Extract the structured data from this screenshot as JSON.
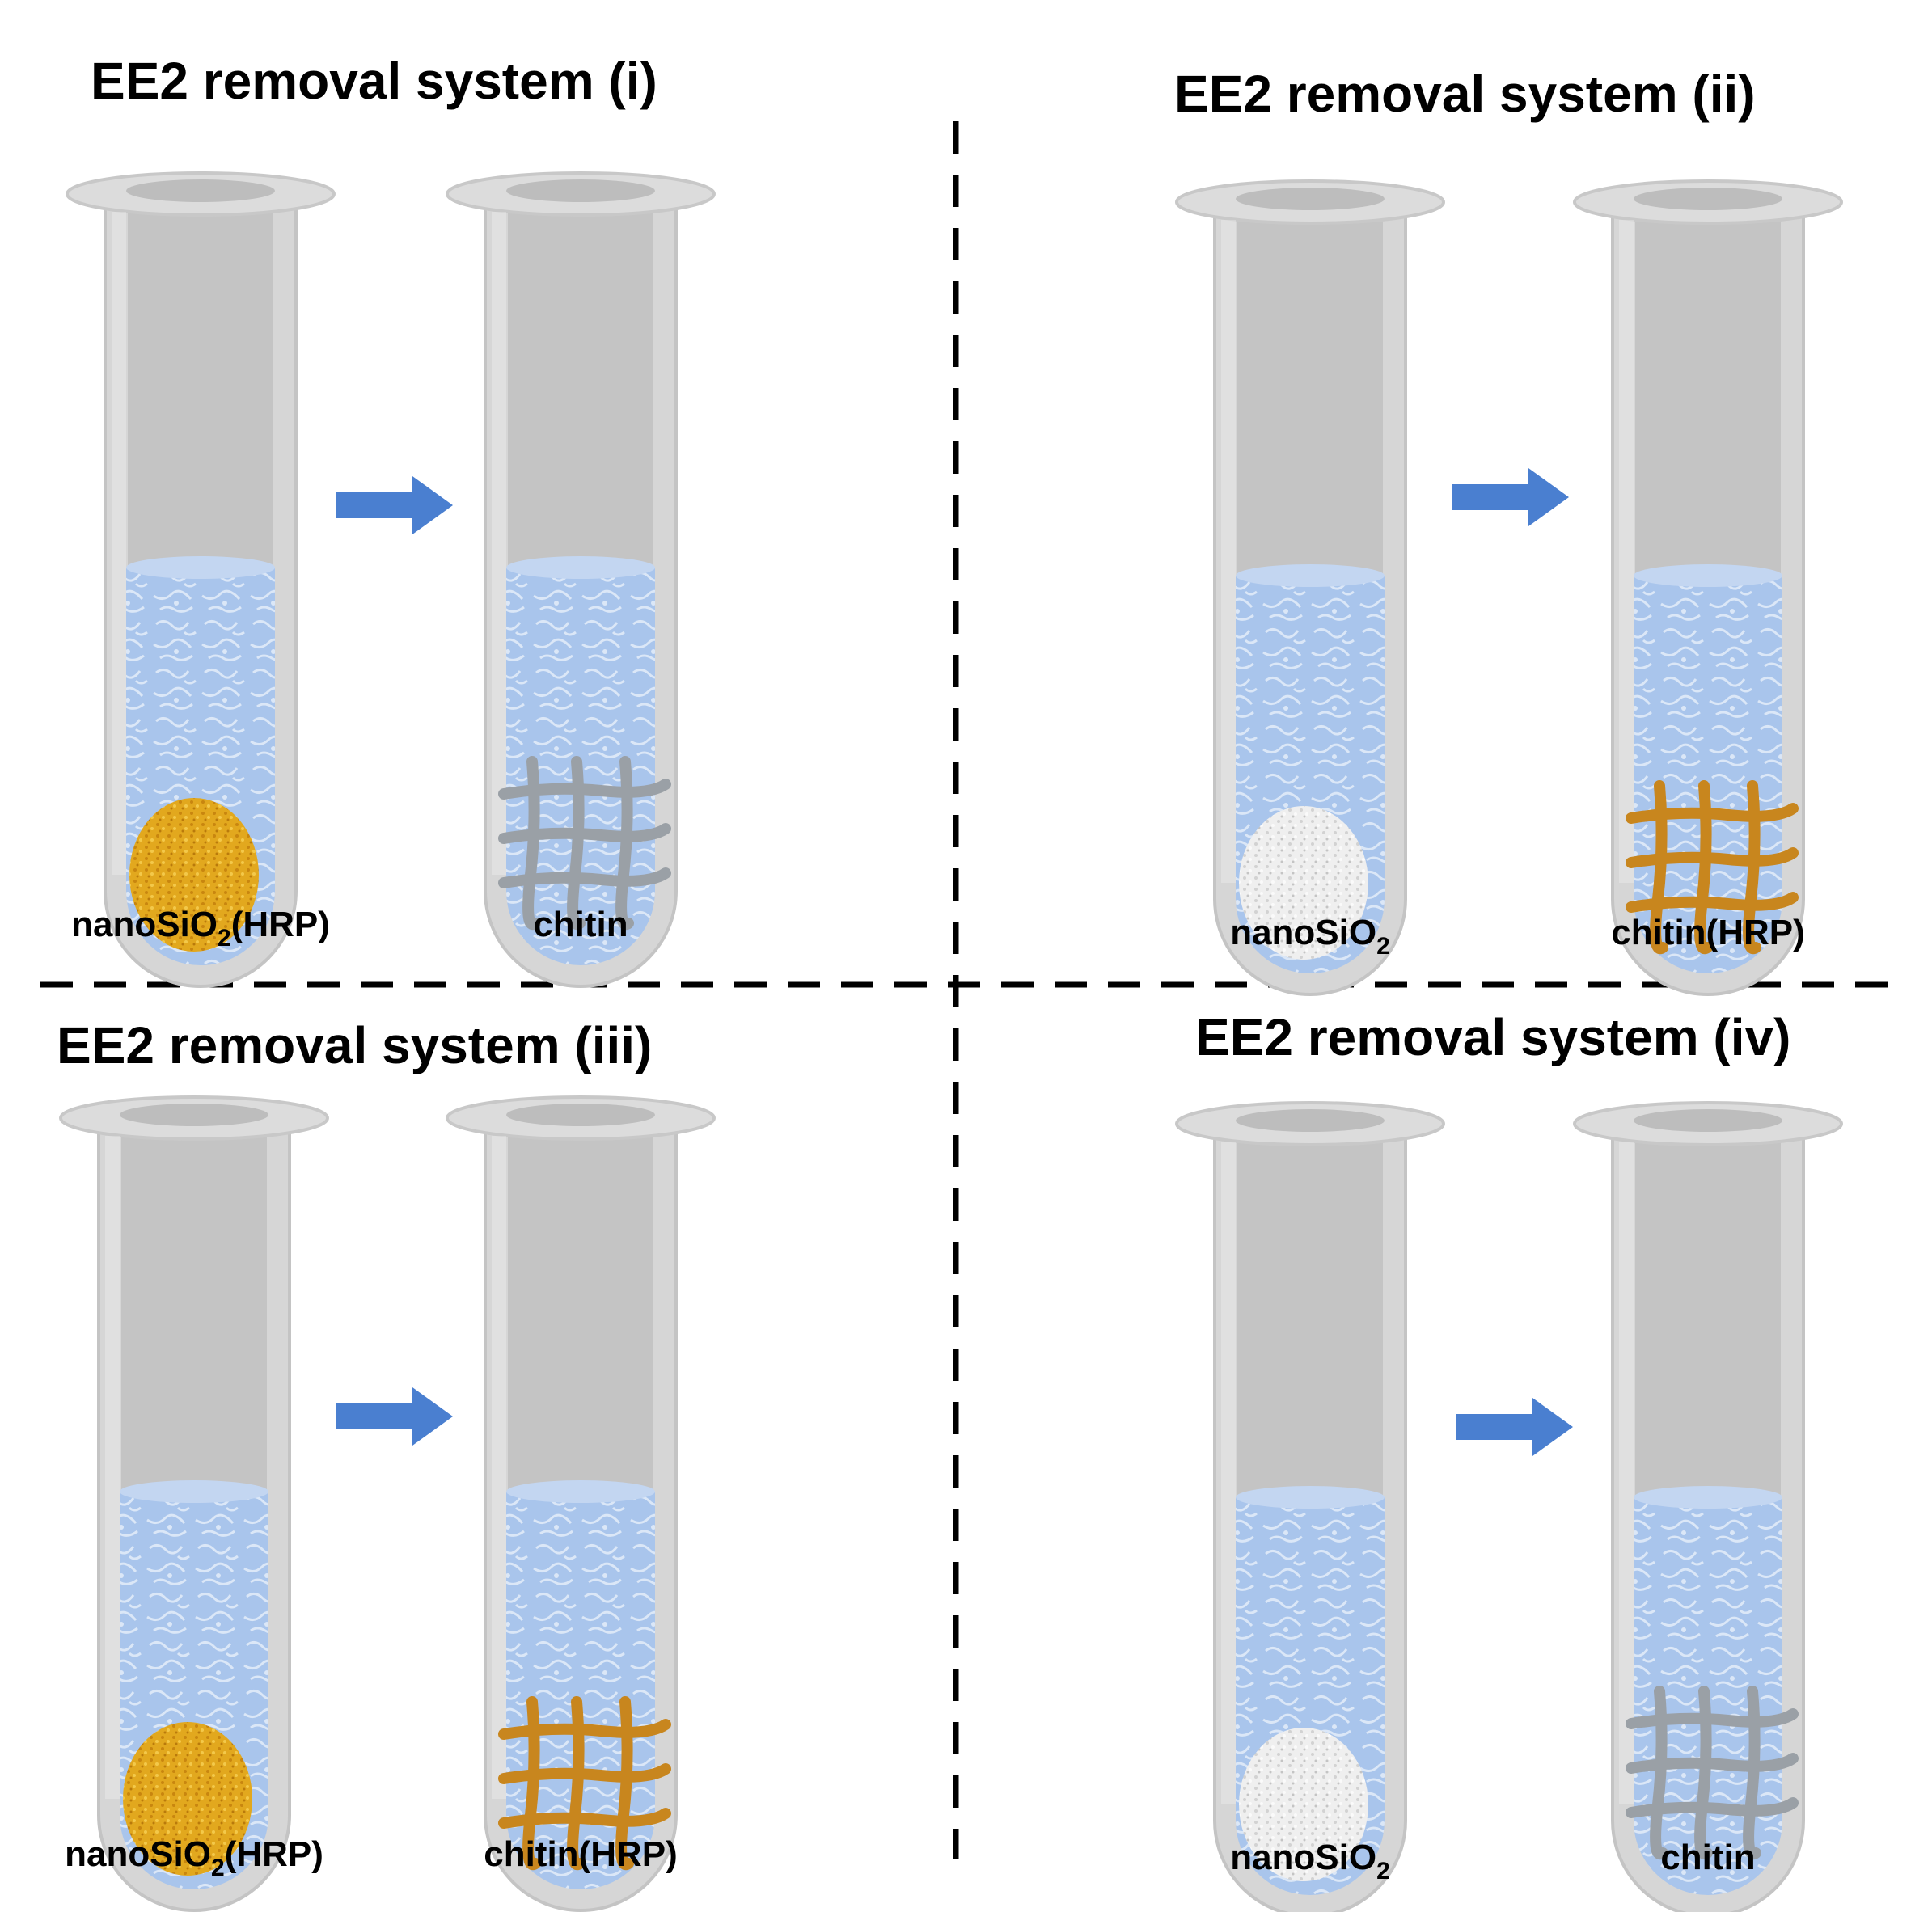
{
  "colors": {
    "tube_glass": "#d6d6d6",
    "tube_inner": "#bdbdbd",
    "liquid": "#a8c4ea",
    "arrow": "#4a7fd0",
    "divider": "#000000",
    "hrp_gold": "#e0a51c",
    "plain_white": "#eeeeee",
    "chitin_gray": "#9aa0a6",
    "chitin_hrp": "#c8861e"
  },
  "panels": [
    {
      "title": "EE2 removal system (i)",
      "left": {
        "label_main": "nanoSiO",
        "label_sub": "2",
        "label_tail": "(HRP)",
        "material": "disk-hrp"
      },
      "right": {
        "label_main": "chitin",
        "label_sub": "",
        "label_tail": "",
        "material": "mesh-plain"
      }
    },
    {
      "title": "EE2 removal system (ii)",
      "left": {
        "label_main": "nanoSiO",
        "label_sub": "2",
        "label_tail": "",
        "material": "disk-plain"
      },
      "right": {
        "label_main": "chitin(HRP)",
        "label_sub": "",
        "label_tail": "",
        "material": "mesh-hrp"
      }
    },
    {
      "title": "EE2 removal system (iii)",
      "left": {
        "label_main": "nanoSiO",
        "label_sub": "2",
        "label_tail": "(HRP)",
        "material": "disk-hrp"
      },
      "right": {
        "label_main": "chitin(HRP)",
        "label_sub": "",
        "label_tail": "",
        "material": "mesh-hrp"
      }
    },
    {
      "title": "EE2 removal system (iv)",
      "left": {
        "label_main": "nanoSiO",
        "label_sub": "2",
        "label_tail": "",
        "material": "disk-plain"
      },
      "right": {
        "label_main": "chitin",
        "label_sub": "",
        "label_tail": "",
        "material": "mesh-plain"
      }
    }
  ]
}
